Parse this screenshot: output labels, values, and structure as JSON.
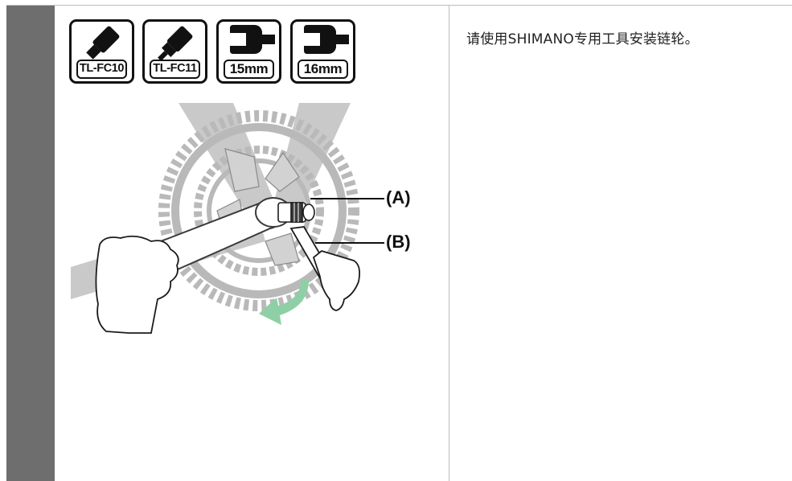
{
  "instruction": "请使用SHIMANO专用工具安装链轮。",
  "tools": [
    {
      "label": "TL-FC10",
      "icon": "tl-fc10-tool-icon"
    },
    {
      "label": "TL-FC11",
      "icon": "tl-fc11-tool-icon"
    },
    {
      "label": "15mm",
      "icon": "wrench-15mm-icon"
    },
    {
      "label": "16mm",
      "icon": "wrench-16mm-icon"
    }
  ],
  "callouts": {
    "a": "(A)",
    "b": "(B)"
  },
  "colors": {
    "sidebar": "#6e6e6e",
    "rotation_arrow": "#8fcfa5",
    "frame_gray": "#c7c7c7"
  }
}
